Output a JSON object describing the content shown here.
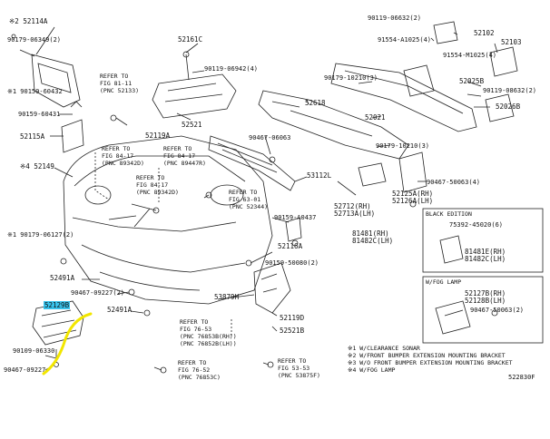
{
  "labels": {
    "p52114a": "※2 52114A",
    "p90179_06349": "90179-06349(2)",
    "p90159_60432": "※1 90159-60432",
    "p90159_60431": "90159-60431",
    "p52115a": "52115A",
    "p52149": "※4 52149",
    "p90179_06127": "※1 90179-06127(2)",
    "p52491a": "52491A",
    "p90467_09227": "90467-09227(2)",
    "p52129b": "52129B",
    "p90109_06330": "90109-06330",
    "p90467_09227b": "90467-09227",
    "p52491a_b": "52491A",
    "p52161c": "52161C",
    "p90119_06942": "90119-06942(4)",
    "p52521": "52521",
    "p52119a": "52119A",
    "p90467_06063": "90467-06063",
    "p53112": "53112L",
    "p52618": "52618",
    "p52021": "52021",
    "p90179_10210": "90179-10210(3)",
    "p90179_10210b": "90179-10210(3)",
    "p90119_08632_top": "90119-06632(2)",
    "p52102": "52102",
    "p91554_a1025": "91554-A1025(4)",
    "p52103": "52103",
    "p91554_m1025": "91554-M1025(4)",
    "p52025b": "52025B",
    "p90119_08632": "90119-08632(2)",
    "p52026b": "52026B",
    "p90467_50063": "90467-50063(4)",
    "p52125a": "52125A(RH)\n52126A(LH)",
    "p52712": "52712(RH)\n52713A(LH)",
    "p81481": "81481(RH)\n81482C(LH)",
    "p90159_40437": "90159-A0437",
    "p52116a": "52116A",
    "p90159_50080": "90159-50080(2)",
    "p53879h": "53879H",
    "p52119d": "52119D",
    "p52521b": "52521B",
    "p75392": "75392-45020(6)",
    "p81481e": "81481E(RH)\n81482C(LH)",
    "p52127b": "52127B(RH)\n52128B(LH)",
    "p90467_50063b": "90467-50063(2)",
    "code": "522830F"
  },
  "refs": {
    "r1": "REFER TO\nFIG 81-11\n(PNC 52133)",
    "r2": "REFER TO\nFIG 84-17\n(PNC 89342D)",
    "r3": "REFER TO\nFIG 84-17\n(PNC 89447R)",
    "r4": "REFER TO\nFIG 84-17\n(PNC 89342D)",
    "r5": "REFER TO\nFIG 63-01\n(PNC 52344)",
    "r6": "REFER TO\nFIG 76-53\n(PNC 76853B(RH))\n(PNC 76852B(LH))",
    "r7": "REFER TO\nFIG 76-52\n(PNC 76853C)",
    "r8": "REFER TO\nFIG 53-53\n(PNC 53875F)"
  },
  "boxes": {
    "black": "BLACK EDITION",
    "fog": "W/FOG LAMP"
  },
  "legend": [
    "※1 W/CLEARANCE SONAR",
    "※2 W/FRONT BUMPER EXTENSION MOUNTING BRACKET",
    "※3 W/O FRONT BUMPER EXTENSION MOUNTING BRACKET",
    "※4 W/FOG LAMP"
  ],
  "colors": {
    "highlight": "#39c3ec",
    "annotation": "#f2e600",
    "line": "#222222"
  }
}
